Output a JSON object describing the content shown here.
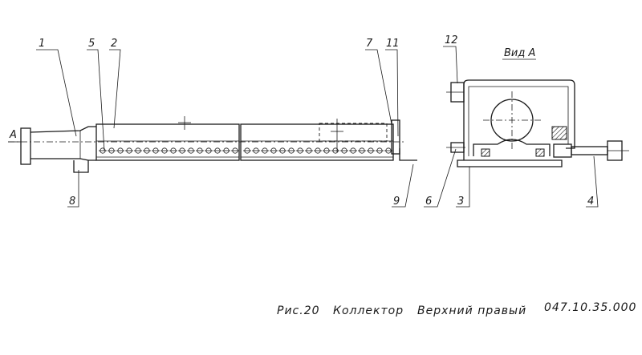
{
  "view_title": "Вид А",
  "section_mark": "А",
  "caption": {
    "fig": "Рис.20",
    "name": "Коллектор",
    "desc": "Верхний правый",
    "code": "047.10.35.000"
  },
  "callouts": [
    "1",
    "2",
    "3",
    "4",
    "5",
    "6",
    "7",
    "8",
    "9",
    "11",
    "12"
  ]
}
